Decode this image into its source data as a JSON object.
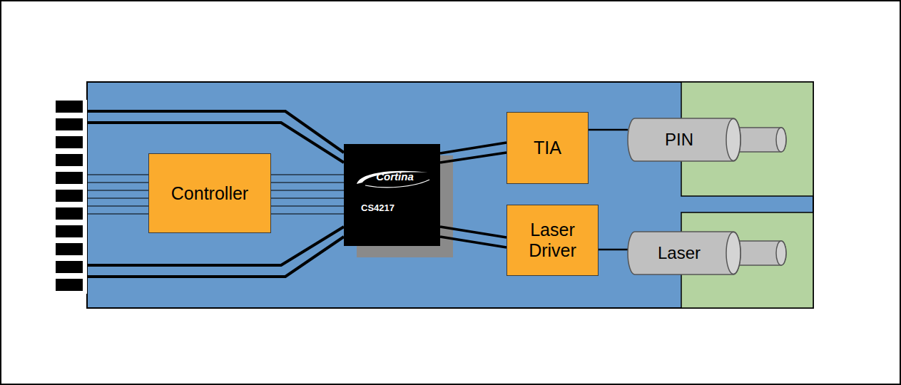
{
  "diagram": {
    "nodes": [
      {
        "text": [
          "Controller"
        ]
      },
      {
        "text": [
          "Cortina",
          "CS4217"
        ]
      },
      {
        "text": [
          "TIA"
        ]
      },
      {
        "text": [
          "Laser Driver"
        ]
      },
      {
        "text": [
          "PIN"
        ]
      },
      {
        "text": [
          "Laser"
        ]
      }
    ],
    "edges": [
      {
        "from": 0,
        "to": 1,
        "arrow": "none"
      },
      {
        "from": 1,
        "to": 2,
        "arrow": "none"
      },
      {
        "from": 1,
        "to": 3,
        "arrow": "none"
      },
      {
        "from": 2,
        "to": 4,
        "arrow": "none"
      },
      {
        "from": 3,
        "to": 5,
        "arrow": "none"
      }
    ]
  }
}
